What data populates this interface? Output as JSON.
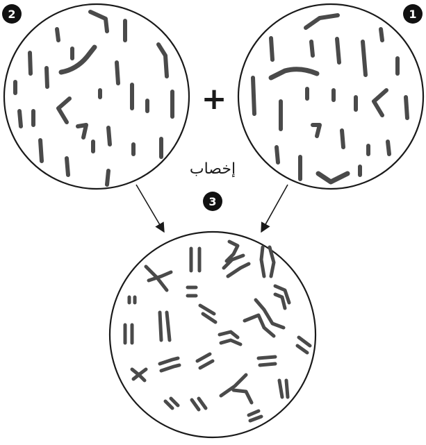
{
  "badges": {
    "cell_1": "1",
    "cell_2": "2",
    "cell_3": "3"
  },
  "plus_sign": "+",
  "process_label": "إخصاب",
  "colors": {
    "outline": "#1a1a1a",
    "chromosome": "#4a4a4a",
    "badge_fill": "#111111"
  }
}
